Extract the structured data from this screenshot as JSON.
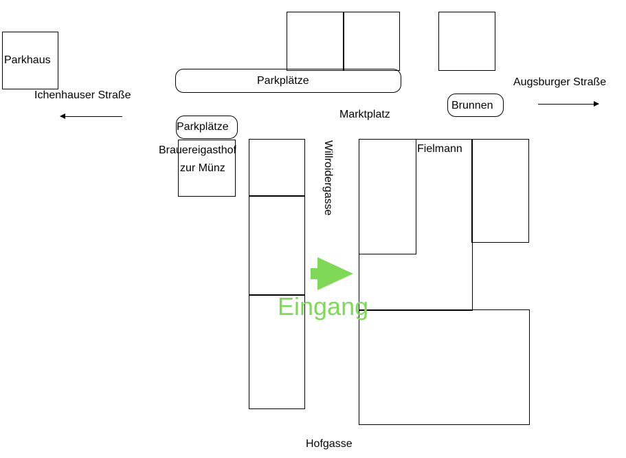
{
  "map": {
    "labels": {
      "parkhaus": "Parkhaus",
      "ichenhauser_strasse": "Ichenhauser Straße",
      "parkplaetze_top": "Parkplätze",
      "parkplaetze_left": "Parkplätze",
      "marktplatz": "Marktplatz",
      "brunnen": "Brunnen",
      "augsburger_strasse": "Augsburger Straße",
      "brauereigasthof": "Brauereigasthof",
      "zur_muenz": "zur Münz",
      "willroidergasse": "Willroidergasse",
      "fielmann": "Fielmann",
      "eingang": "Eingang",
      "hofgasse": "Hofgasse"
    },
    "colors": {
      "entrance": "#7ed957",
      "lines": "#000000",
      "background": "#ffffff"
    }
  }
}
